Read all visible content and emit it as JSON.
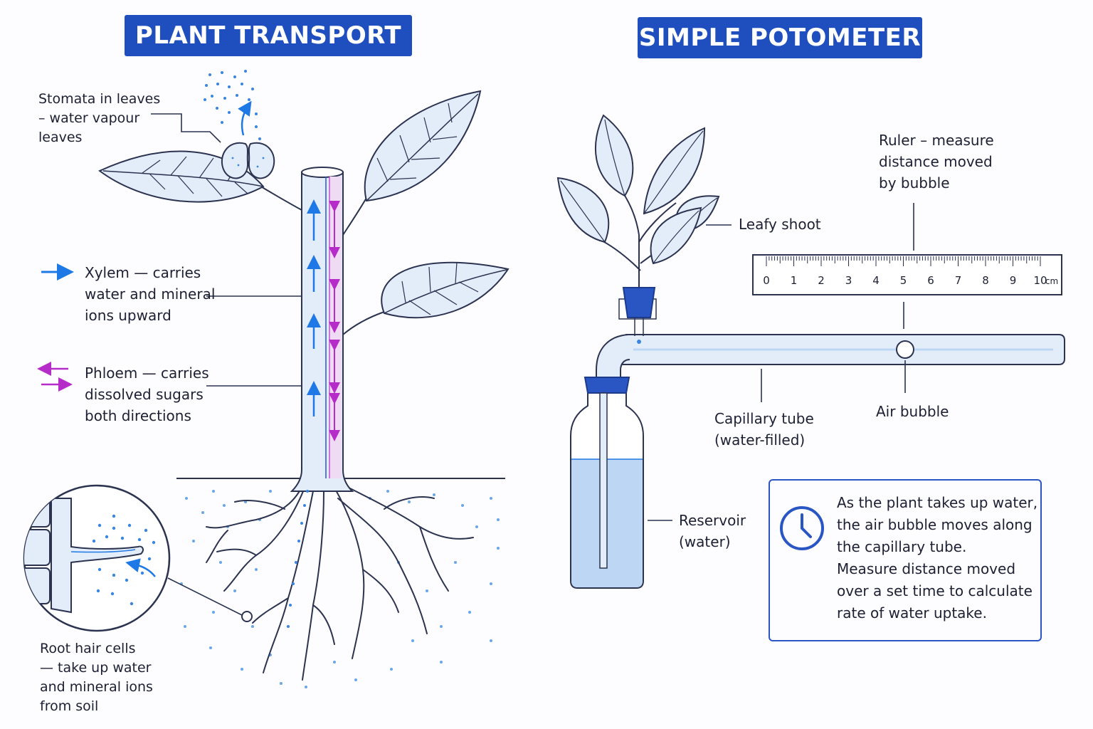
{
  "colors": {
    "title_bg": "#1f4fbf",
    "outline": "#2b3350",
    "fill": "#e3edfa",
    "xylem_arrow": "#1e78e6",
    "phloem_arrow": "#b62cc8",
    "water": "#bcd6f3",
    "stopper": "#2a56c4"
  },
  "left_panel": {
    "title": "PLANT TRANSPORT",
    "stomata_label": [
      "Stomata in leaves",
      "– water vapour",
      "leaves"
    ],
    "xylem_label": [
      "Xylem — carries",
      "water and mineral",
      "ions upward"
    ],
    "phloem_label": [
      "Phloem — carries",
      "dissolved sugars",
      "both directions"
    ],
    "root_hair_label": [
      "Root hair cells",
      "— take up water",
      "and mineral ions",
      "from soil"
    ]
  },
  "right_panel": {
    "title": "SIMPLE POTOMETER",
    "ruler_label": [
      "Ruler – measure",
      "distance moved",
      "by bubble"
    ],
    "ruler_ticks": [
      "0",
      "1",
      "2",
      "3",
      "4",
      "5",
      "6",
      "7",
      "8",
      "9",
      "10"
    ],
    "ruler_unit": "cm",
    "leafy_shoot_label": "Leafy shoot",
    "capillary_label": [
      "Capillary tube",
      "(water-filled)"
    ],
    "air_bubble_label": "Air bubble",
    "reservoir_label": [
      "Reservoir",
      "(water)"
    ],
    "info_icon": "clock-icon",
    "info_text": [
      "As the plant takes up water,",
      "the air bubble moves along",
      "the capillary tube.",
      "Measure distance moved",
      "over a set time to calculate",
      "rate of water uptake."
    ]
  }
}
